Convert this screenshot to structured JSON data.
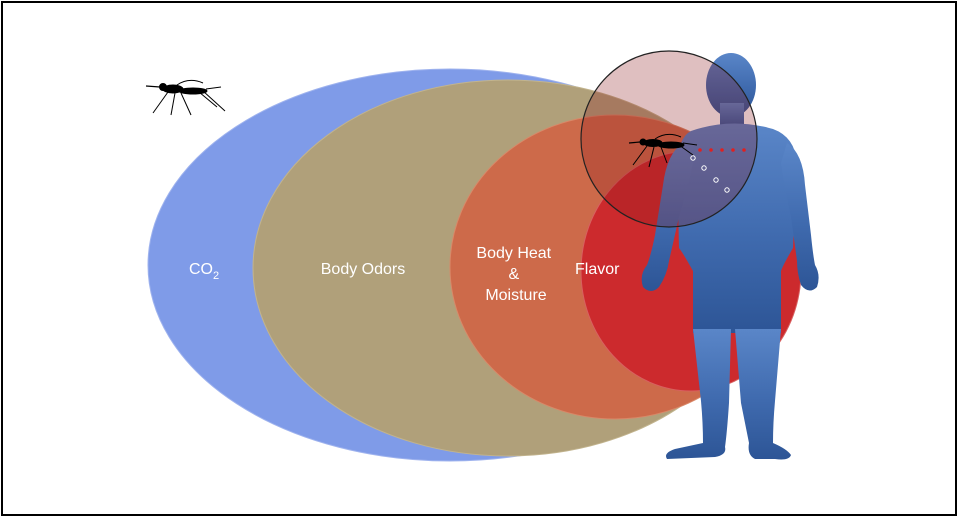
{
  "zones": [
    {
      "id": "co2",
      "label": "CO",
      "subscript": "2",
      "color": "#7f9be8"
    },
    {
      "id": "body-odors",
      "label": "Body Odors",
      "color": "#b0a07a"
    },
    {
      "id": "body-heat-moisture",
      "label_lines": [
        "Body Heat",
        "&",
        "Moisture"
      ],
      "color": "#cd6a4a"
    },
    {
      "id": "flavor",
      "label": "Flavor",
      "color": "#cc2a2d"
    }
  ],
  "figures": {
    "human_color": "#4a74b6",
    "mosquito_color": "#000000",
    "bite_dots_color": "#e02020"
  }
}
